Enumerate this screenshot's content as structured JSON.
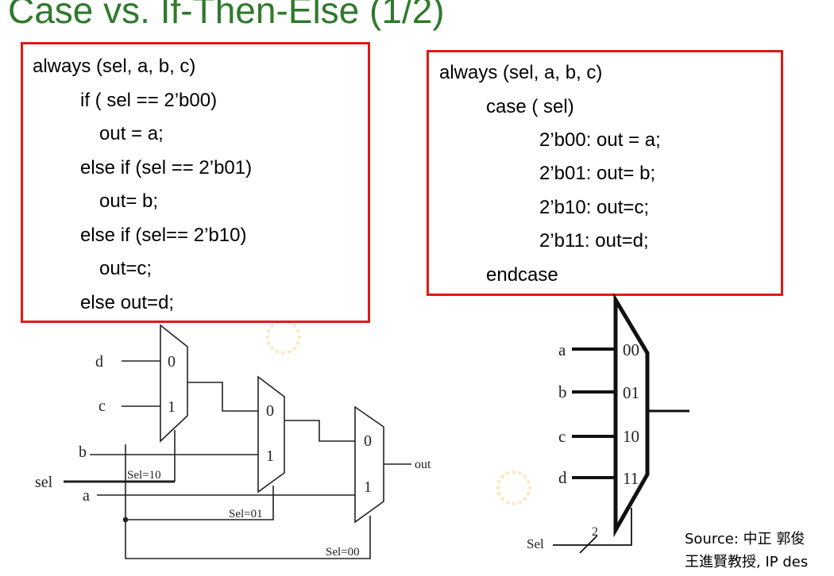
{
  "title": "Case vs. If-Then-Else (1/2)",
  "left_code": [
    "always (sel, a, b, c)",
    "if ( sel == 2’b00)",
    "out = a;",
    "else if (sel == 2’b01)",
    "out= b;",
    "else if  (sel== 2’b10)",
    "out=c;",
    "else out=d;"
  ],
  "right_code": [
    "always (sel, a, b, c)",
    "case ( sel)",
    "2’b00:    out = a;",
    "2’b01:   out= b;",
    "2’b10:   out=c;",
    "2’b11:   out=d;",
    "endcase"
  ],
  "left_diagram": {
    "inputs": [
      "d",
      "c",
      "b",
      "sel",
      "a"
    ],
    "mux_ports": [
      "0",
      "1"
    ],
    "select_labels": [
      "Sel=10",
      "Sel=01",
      "Sel=00"
    ],
    "output": "out"
  },
  "right_diagram": {
    "inputs": [
      "a",
      "b",
      "c",
      "d"
    ],
    "ports": [
      "00",
      "01",
      "10",
      "11"
    ],
    "select_label": "Sel",
    "select_width": "2"
  },
  "source": {
    "line1": "Source: 中正 郭俊",
    "line2": "王進賢教授, IP des"
  },
  "colors": {
    "title": "#2f7a2c",
    "box_border": "#e01818",
    "watermark": "#f2c55a"
  }
}
